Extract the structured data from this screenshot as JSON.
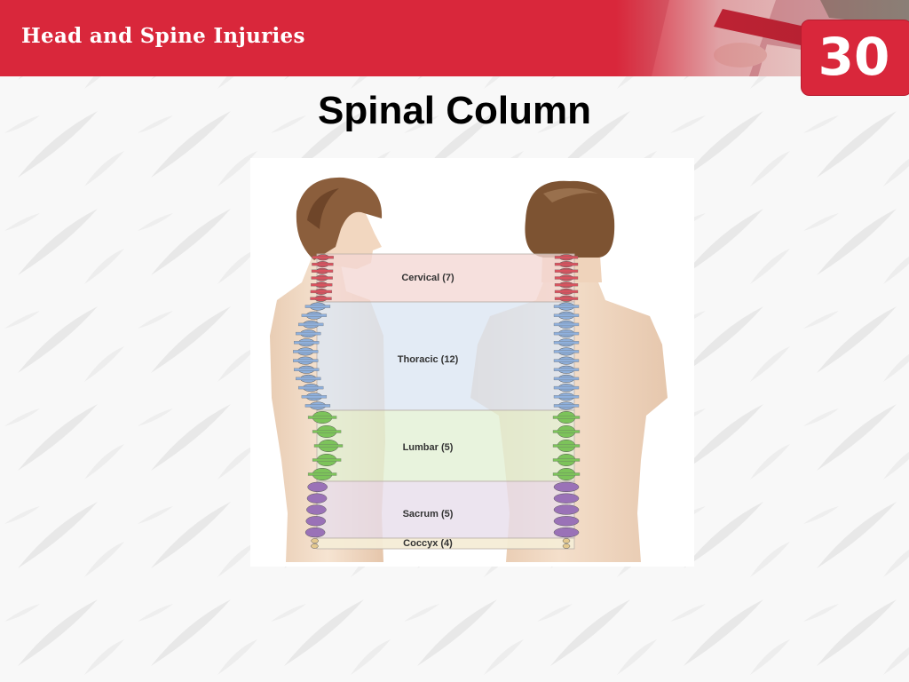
{
  "header": {
    "title": "Head and Spine Injuries",
    "chapter_number": "30",
    "colors": {
      "header_red": "#d9273b",
      "text_white": "#ffffff"
    }
  },
  "slide": {
    "title": "Spinal Column"
  },
  "figure": {
    "regions": [
      {
        "label": "Cervical (7)",
        "color": "#f4d7d3",
        "bone_color": "#d9535f"
      },
      {
        "label": "Thoracic (12)",
        "color": "#dbe5f2",
        "bone_color": "#8fb0dc"
      },
      {
        "label": "Lumbar (5)",
        "color": "#e2efd4",
        "bone_color": "#7cc35a"
      },
      {
        "label": "Sacrum (5)",
        "color": "#e7dcea",
        "bone_color": "#9a72b7"
      },
      {
        "label": "Coccyx (4)",
        "color": "#f4ecd6",
        "bone_color": "#e4c98e"
      }
    ]
  }
}
